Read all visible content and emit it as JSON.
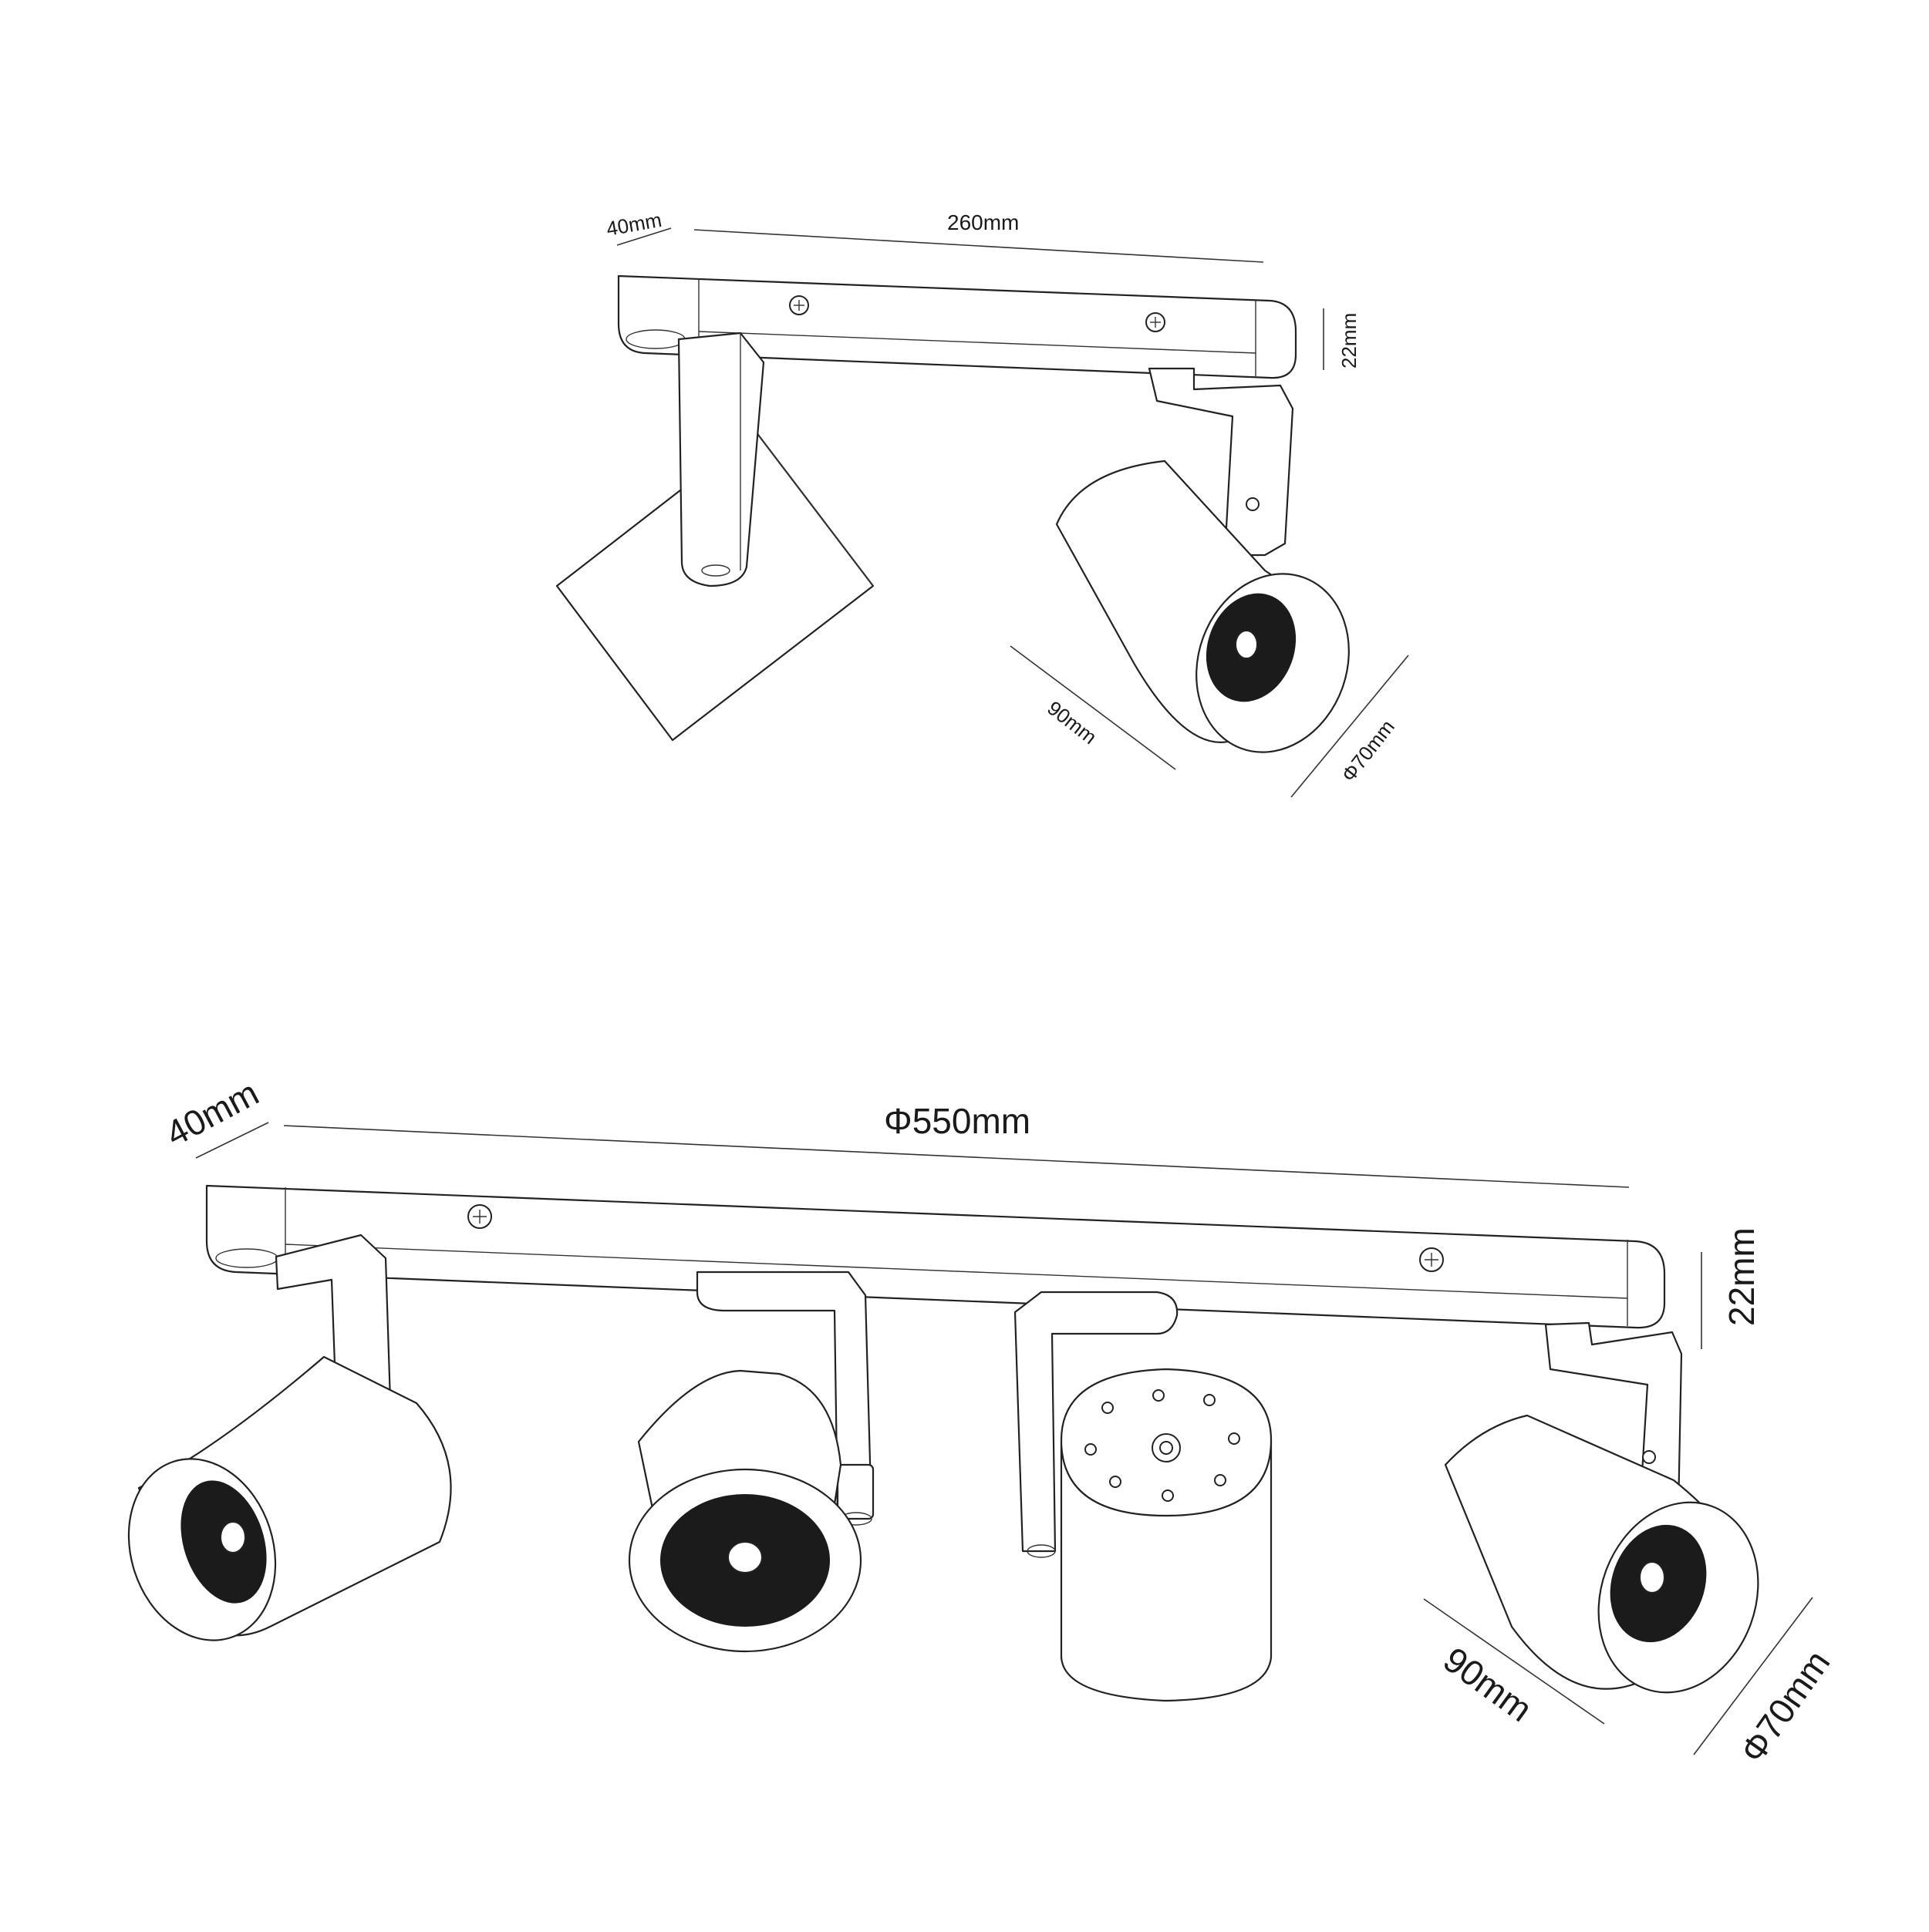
{
  "diagram": {
    "top_fixture": {
      "depth_label": "40mm",
      "length_label": "260mm",
      "height_label": "22mm",
      "spot_length_label": "90mm",
      "spot_diameter_label": "Φ70mm"
    },
    "bottom_fixture": {
      "depth_label": "40mm",
      "length_label": "Φ550mm",
      "height_label": "22mm",
      "spot_length_label": "90mm",
      "spot_diameter_label": "Φ70mm"
    }
  }
}
